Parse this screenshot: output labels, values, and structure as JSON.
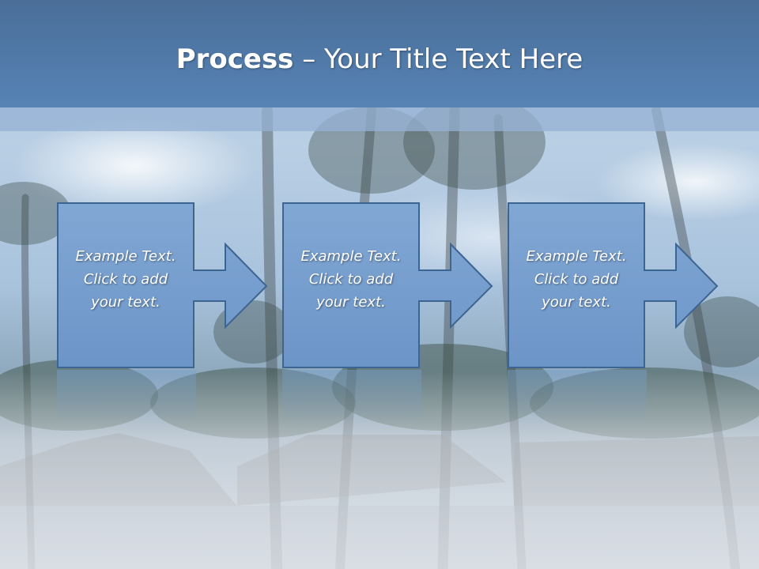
{
  "slide": {
    "title_strong": "Process",
    "title_rest": " – Your Title Text Here"
  },
  "colors": {
    "header": "#5683b5",
    "box_fill": "#7aa0cf",
    "box_border": "#3d6592",
    "text": "#ffffff"
  },
  "steps": [
    {
      "line1": "Example Text.",
      "line2": "Click  to add",
      "line3": "your text."
    },
    {
      "line1": "Example Text.",
      "line2": "Click  to add",
      "line3": "your text."
    },
    {
      "line1": "Example Text.",
      "line2": "Click  to add",
      "line3": "your text."
    }
  ]
}
